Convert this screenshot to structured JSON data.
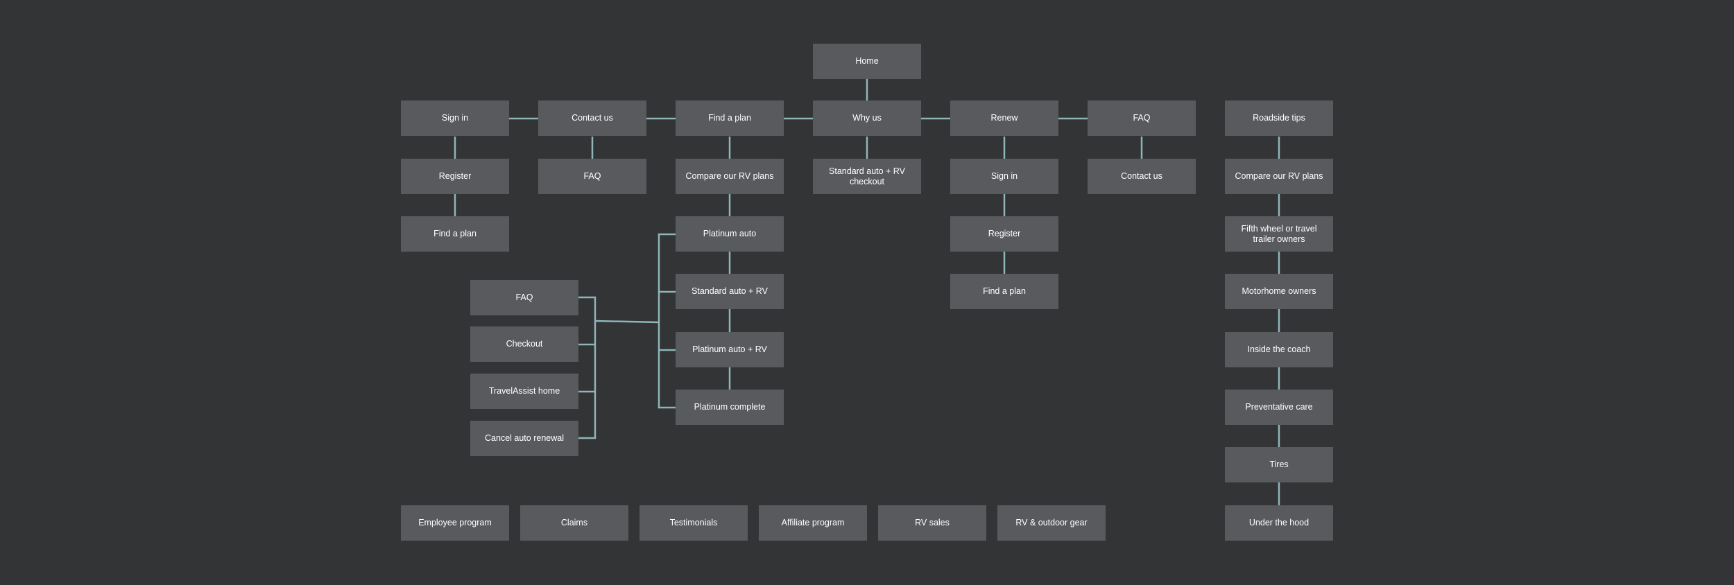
{
  "sitemap": {
    "home": "Home",
    "sign_in": {
      "label": "Sign in",
      "children": [
        "Register",
        "Find a plan"
      ]
    },
    "contact_us": {
      "label": "Contact us",
      "children": [
        "FAQ"
      ]
    },
    "find_a_plan": {
      "label": "Find a plan",
      "children": [
        "Compare our RV plans"
      ],
      "plans": [
        "Platinum auto",
        "Standard auto + RV",
        "Platinum auto + RV",
        "Platinum complete"
      ],
      "plan_pages": [
        "FAQ",
        "Checkout",
        "TravelAssist home",
        "Cancel auto renewal"
      ]
    },
    "why_us": {
      "label": "Why us",
      "children": [
        "Standard auto + RV checkout"
      ]
    },
    "renew": {
      "label": "Renew",
      "children": [
        "Sign in",
        "Register",
        "Find a plan"
      ]
    },
    "faq": {
      "label": "FAQ",
      "children": [
        "Contact us"
      ]
    },
    "roadside_tips": {
      "label": "Roadside tips",
      "children": [
        "Compare our RV plans",
        "Fifth wheel or travel trailer owners",
        "Motorhome owners",
        "Inside the coach",
        "Preventative care",
        "Tires",
        "Under the hood"
      ]
    },
    "standalone": [
      "Employee program",
      "Claims",
      "Testimonials",
      "Affiliate program",
      "RV sales",
      "RV & outdoor gear"
    ]
  },
  "colors": {
    "background": "#333436",
    "node_fill": "#585a5d",
    "node_text": "#ffffff",
    "connector": "#8fb5b8"
  }
}
